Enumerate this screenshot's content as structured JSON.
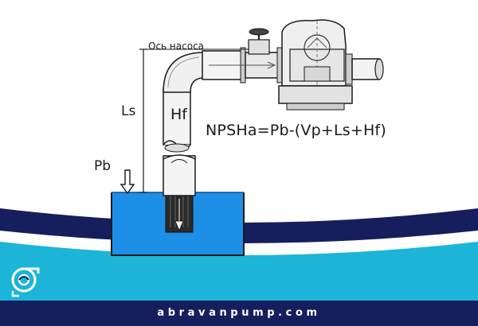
{
  "diagram": {
    "pump_axis_label": "Ось насоса",
    "suction_height_label": "Ls",
    "friction_loss_label": "Hf",
    "formula": "NPSHa=Pb-(Vp+Ls+Hf)",
    "atmospheric_pressure_label": "Pb"
  },
  "colors": {
    "water": "#1e8fe6",
    "navy": "#171e5e",
    "cyan": "#1cb5d8",
    "line": "#1a1a1a"
  },
  "footer": {
    "website": "abravanpump.com"
  },
  "icons": {
    "logo": "pump-logo-icon",
    "pressure_arrow": "down-arrow-icon"
  }
}
